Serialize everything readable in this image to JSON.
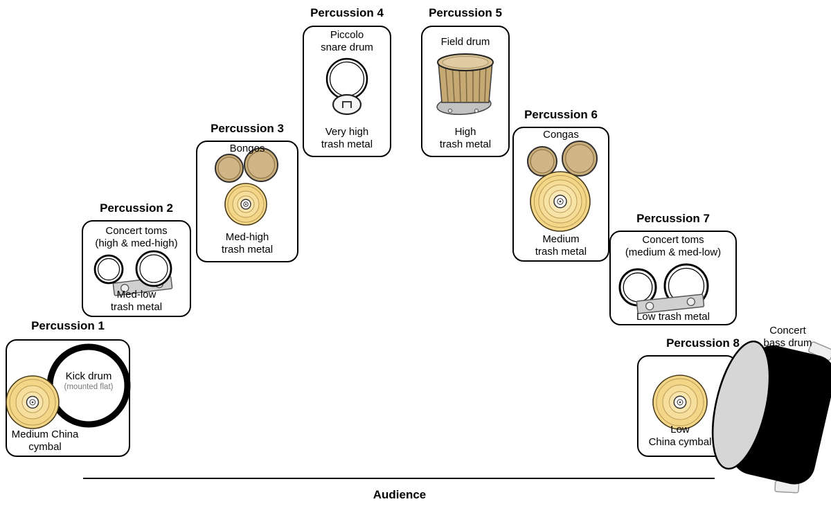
{
  "page": {
    "audience": "Audience"
  },
  "stations": [
    {
      "title": "Percussion 1",
      "labels": {
        "kick": "Kick drum",
        "kick_note": "(mounted flat)",
        "cymbal": "Medium China\ncymbal"
      }
    },
    {
      "title": "Percussion 2",
      "labels": {
        "top": "Concert toms\n(high & med-high)",
        "bottom": "Med-low\ntrash metal"
      }
    },
    {
      "title": "Percussion 3",
      "labels": {
        "top": "Bongos",
        "bottom": "Med-high\ntrash metal"
      }
    },
    {
      "title": "Percussion 4",
      "labels": {
        "top": "Piccolo\nsnare drum",
        "bottom": "Very high\ntrash metal"
      }
    },
    {
      "title": "Percussion 5",
      "labels": {
        "top": "Field drum",
        "bottom": "High\ntrash metal"
      }
    },
    {
      "title": "Percussion 6",
      "labels": {
        "top": "Congas",
        "bottom": "Medium\ntrash metal"
      }
    },
    {
      "title": "Percussion 7",
      "labels": {
        "top": "Concert toms\n(medium & med-low)",
        "bottom": "Low trash metal"
      }
    },
    {
      "title": "Percussion 8",
      "labels": {
        "cymbal": "Low\nChina cymbal",
        "bass_drum": "Concert\nbass drum"
      }
    }
  ],
  "colors": {
    "cymbal_gold": "#f3d687",
    "drumhead_tan": "#c9ad7b",
    "trash_metal_gray": "#d0d0d0",
    "outline": "#000000"
  }
}
